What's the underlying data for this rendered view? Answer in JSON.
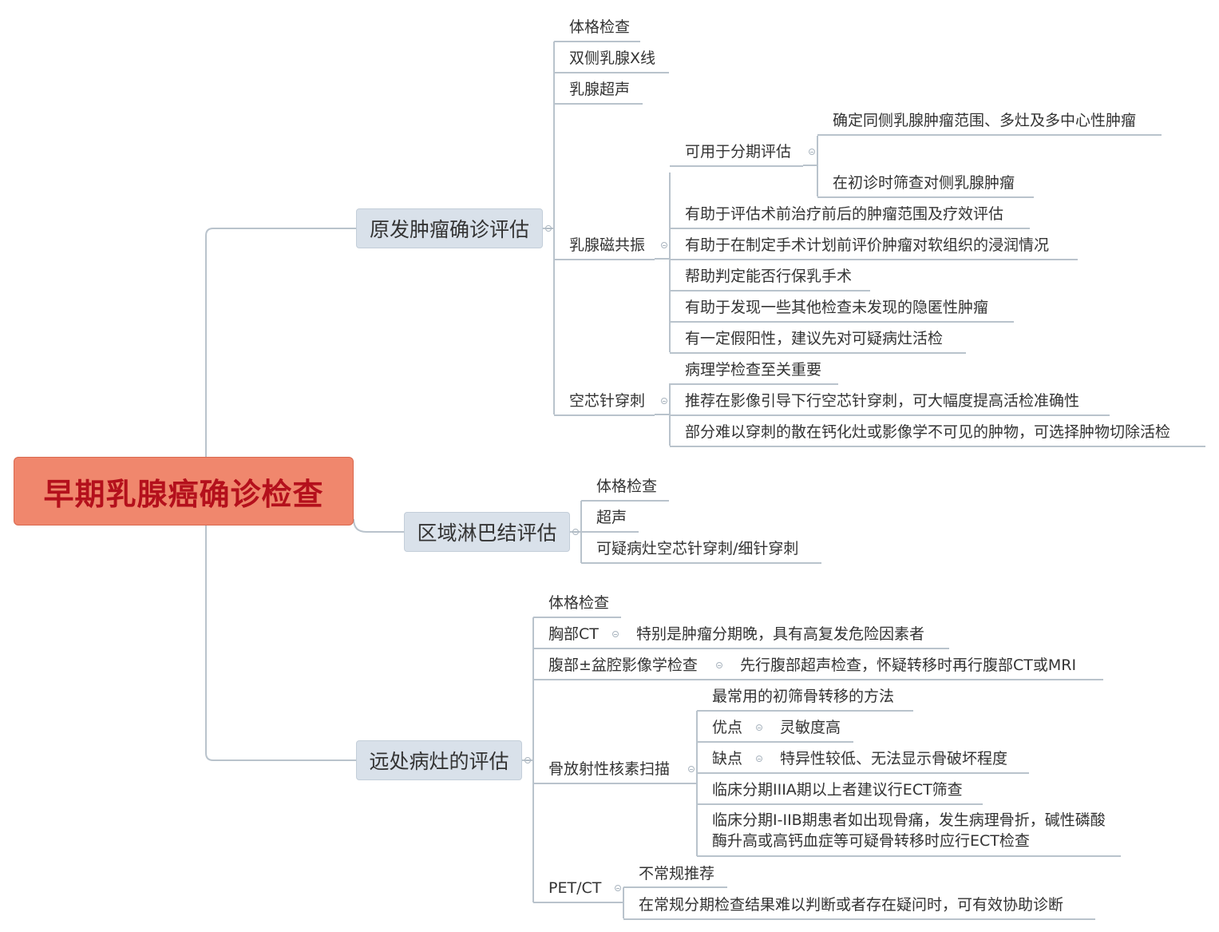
{
  "root": "早期乳腺癌确诊检查",
  "primary": {
    "label": "原发肿瘤确诊评估",
    "items": [
      "体格检查",
      "双侧乳腺X线",
      "乳腺超声"
    ],
    "mri": {
      "label": "乳腺磁共振",
      "staging": {
        "label": "可用于分期评估",
        "items": [
          "确定同侧乳腺肿瘤范围、多灶及多中心性肿瘤",
          "在初诊时筛查对侧乳腺肿瘤"
        ]
      },
      "items": [
        "有助于评估术前治疗前后的肿瘤范围及疗效评估",
        "有助于在制定手术计划前评价肿瘤对软组织的浸润情况",
        "帮助判定能否行保乳手术",
        "有助于发现一些其他检查未发现的隐匿性肿瘤",
        "有一定假阳性，建议先对可疑病灶活检"
      ]
    },
    "core": {
      "label": "空芯针穿刺",
      "items": [
        "病理学检查至关重要",
        "推荐在影像引导下行空芯针穿刺，可大幅度提高活检准确性",
        "部分难以穿刺的散在钙化灶或影像学不可见的肿物，可选择肿物切除活检"
      ]
    }
  },
  "lymph": {
    "label": "区域淋巴结评估",
    "items": [
      "体格检查",
      "超声",
      "可疑病灶空芯针穿刺/细针穿刺"
    ]
  },
  "distant": {
    "label": "远处病灶的评估",
    "exam": "体格检查",
    "ct": {
      "label": "胸部CT",
      "note": "特别是肿瘤分期晚，具有高复发危险因素者"
    },
    "abd": {
      "label": "腹部±盆腔影像学检查",
      "note": "先行腹部超声检查，怀疑转移时再行腹部CT或MRI"
    },
    "bone": {
      "label": "骨放射性核素扫描",
      "first": "最常用的初筛骨转移的方法",
      "pro": {
        "label": "优点",
        "note": "灵敏度高"
      },
      "con": {
        "label": "缺点",
        "note": "特异性较低、无法显示骨破坏程度"
      },
      "stage3": "临床分期IIIA期以上者建议行ECT筛查",
      "stage12": "临床分期I-IIB期患者如出现骨痛，发生病理骨折，碱性磷酸酶升高或高钙血症等可疑骨转移时应行ECT检查"
    },
    "pet": {
      "label": "PET/CT",
      "items": [
        "不常规推荐",
        "在常规分期检查结果难以判断或者存在疑问时，可有效协助诊断"
      ]
    }
  }
}
